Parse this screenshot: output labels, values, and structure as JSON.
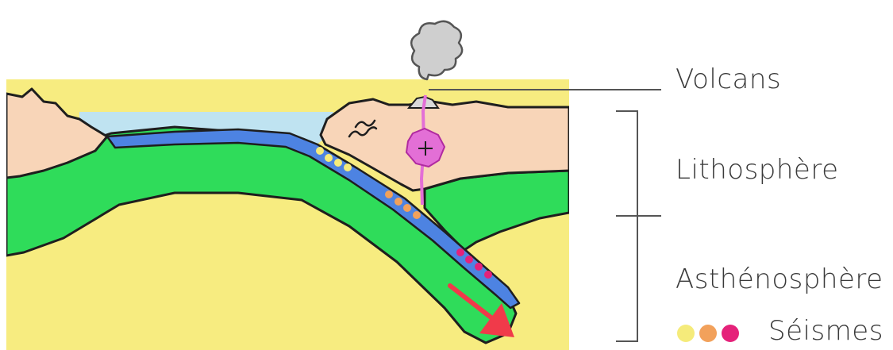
{
  "labels": {
    "volcans": "Volcans",
    "lithosphere": "Lithosphère",
    "asthenosphere": "Asthénosphère",
    "seismes": "Séismes"
  },
  "legend": {
    "seisme_colors": [
      "#f5eb7a",
      "#f2a15b",
      "#e5227a"
    ]
  },
  "colors": {
    "sea": "#bfe3f1",
    "continental_crust": "#f8d5b8",
    "oceanic_crust": "#4d83e2",
    "lithospheric_mantle": "#2fdc5a",
    "asthenosphere": "#f7ec80",
    "magma": "#e36fd6",
    "subduction_arrow": "#f03a4a",
    "smoke": "#cfcfcf",
    "outline": "#1e1e1e"
  }
}
